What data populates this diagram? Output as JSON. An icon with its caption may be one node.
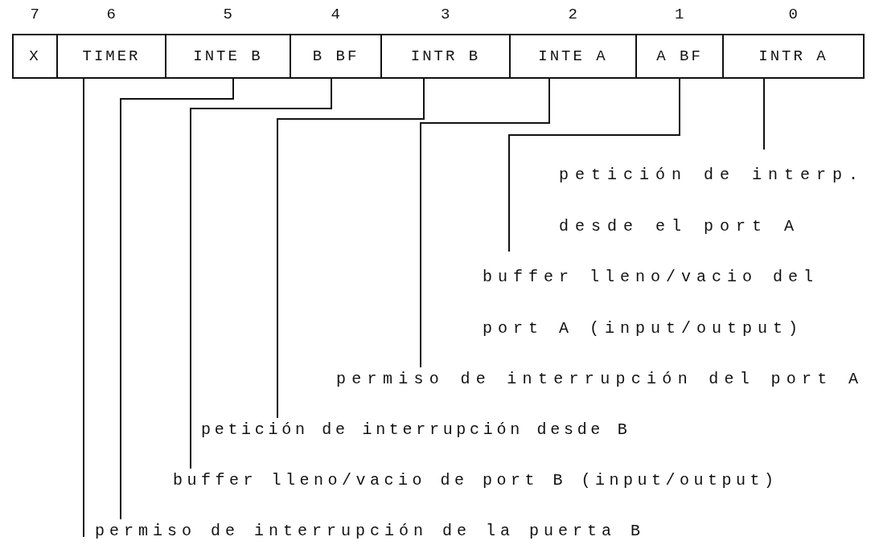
{
  "diagram": {
    "nodes": [
      {
        "text": [
          "X"
        ],
        "beside": [
          "7"
        ]
      },
      {
        "text": [
          "TIMER"
        ],
        "beside": [
          "6"
        ]
      },
      {
        "text": [
          "INTE B"
        ],
        "beside": [
          "5"
        ]
      },
      {
        "text": [
          "B BF"
        ],
        "beside": [
          "4"
        ]
      },
      {
        "text": [
          "INTR B"
        ],
        "beside": [
          "3"
        ]
      },
      {
        "text": [
          "INTE A"
        ],
        "beside": [
          "2"
        ]
      },
      {
        "text": [
          "A BF"
        ],
        "beside": [
          "1"
        ]
      },
      {
        "text": [
          "INTR A"
        ],
        "beside": [
          "0"
        ]
      },
      {
        "text": [
          "petición de interp. desde el port A"
        ]
      },
      {
        "text": [
          "buffer lleno/vacio del port A (input/output)"
        ]
      },
      {
        "text": [
          "permiso de interrupción del port A"
        ]
      },
      {
        "text": [
          "petición de interrupción desde B"
        ]
      },
      {
        "text": [
          "buffer lleno/vacio de port B (input/output)"
        ]
      },
      {
        "text": [
          "permiso de interrupción de la puerta B"
        ]
      }
    ],
    "edges": [
      {
        "from": 8,
        "to": 7,
        "arrow": "none"
      },
      {
        "from": 9,
        "to": 6,
        "arrow": "none"
      },
      {
        "from": 10,
        "to": 5,
        "arrow": "none"
      },
      {
        "from": 11,
        "to": 4,
        "arrow": "none"
      },
      {
        "from": 12,
        "to": 3,
        "arrow": "none"
      },
      {
        "from": 13,
        "to": 2,
        "arrow": "none"
      },
      {
        "from": 13,
        "to": 1,
        "arrow": "none"
      }
    ]
  }
}
